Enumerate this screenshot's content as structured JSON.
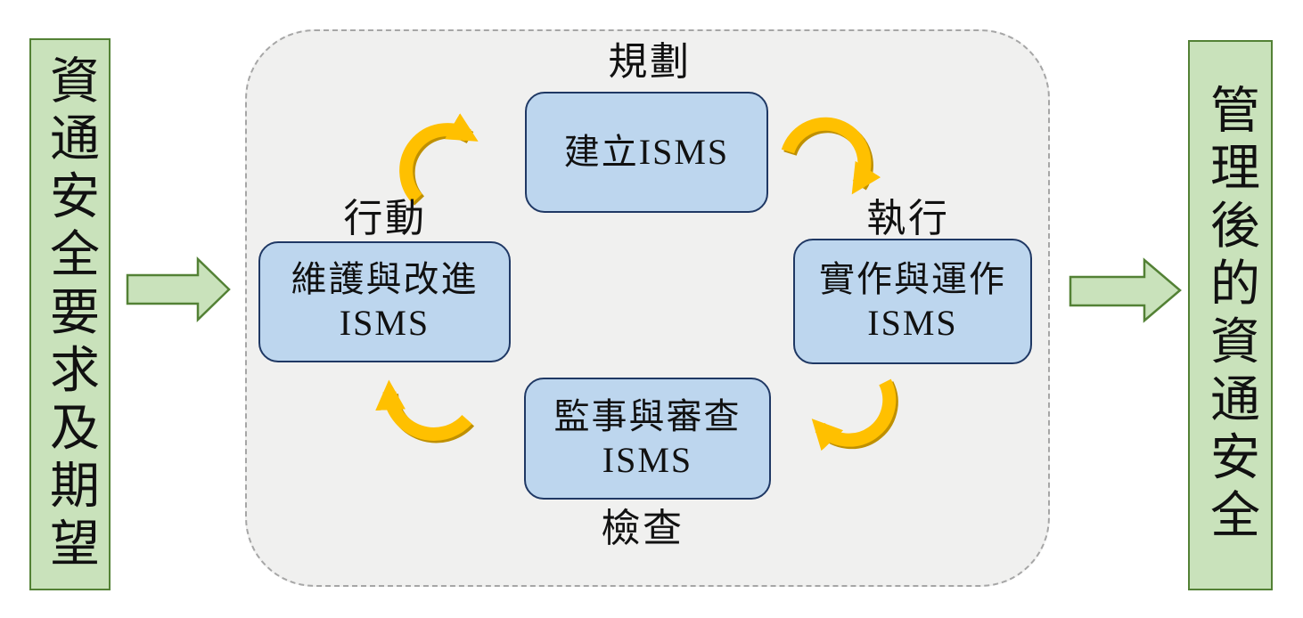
{
  "diagram": {
    "input_panel": {
      "text": "資通安全要求及期望"
    },
    "output_panel": {
      "text": "管理後的資通安全"
    },
    "stages": {
      "plan": {
        "label": "規劃",
        "line1": "建立ISMS",
        "line2": ""
      },
      "do": {
        "label": "執行",
        "line1": "實作與運作",
        "line2": "ISMS"
      },
      "check": {
        "label": "檢查",
        "line1": "監事與審查",
        "line2": "ISMS"
      },
      "act": {
        "label": "行動",
        "line1": "維護與改進",
        "line2": "ISMS"
      }
    },
    "icons": {
      "input_arrow": "right-block-arrow",
      "output_arrow": "right-block-arrow",
      "plan_to_do": "curved-clockwise-arrow",
      "do_to_check": "curved-clockwise-arrow",
      "check_to_act": "curved-clockwise-arrow",
      "act_to_plan": "curved-clockwise-arrow"
    },
    "colors": {
      "panel_fill": "#C9E2BB",
      "panel_border": "#538135",
      "block_arrow_fill": "#C9E2BB",
      "block_arrow_border": "#538135",
      "process_box_fill": "#BDD6EE",
      "process_box_border": "#1F3864",
      "container_fill": "#F0F0EF",
      "container_border": "#A6A6A6",
      "cycle_arrow": "#FFC000",
      "cycle_arrow_shadow": "#BF9000",
      "text": "#111111"
    }
  }
}
